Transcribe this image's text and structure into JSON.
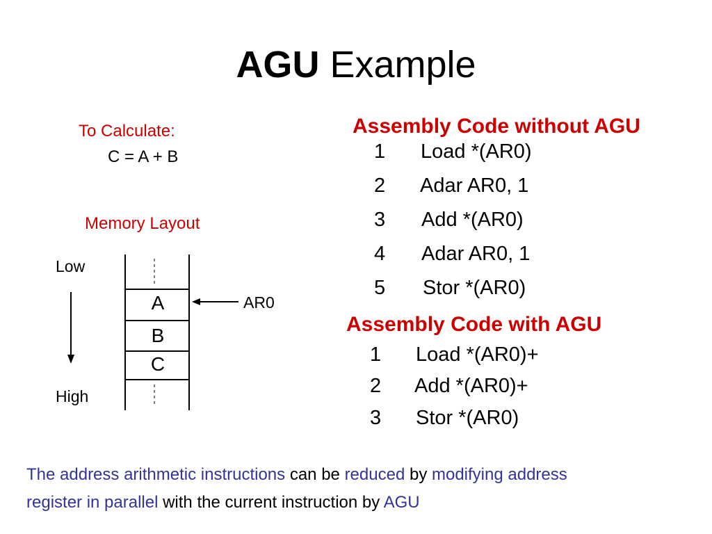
{
  "title": {
    "bold": "AGU",
    "rest": "Example"
  },
  "calc": {
    "label": "To Calculate:",
    "expression": "C = A + B"
  },
  "memory": {
    "label": "Memory Layout",
    "low": "Low",
    "high": "High",
    "cells": [
      "A",
      "B",
      "C"
    ],
    "pointer": "AR0"
  },
  "without_agu": {
    "heading": "Assembly Code without AGU",
    "lines": [
      {
        "num": "1",
        "code": "Load  *(AR0)"
      },
      {
        "num": "2",
        "code": "Adar AR0, 1"
      },
      {
        "num": "3",
        "code": "Add  *(AR0)"
      },
      {
        "num": "4",
        "code": "Adar AR0, 1"
      },
      {
        "num": "5",
        "code": "Stor *(AR0)"
      }
    ]
  },
  "with_agu": {
    "heading": "Assembly Code with AGU",
    "lines": [
      {
        "num": "1",
        "code": "Load *(AR0)+"
      },
      {
        "num": "2",
        "code": "Add *(AR0)+"
      },
      {
        "num": "3",
        "code": "Stor *(AR0)"
      }
    ]
  },
  "summary": {
    "line1": [
      {
        "text": "The address arithmetic instructions",
        "color": "blue"
      },
      {
        "text": " can be ",
        "color": "black"
      },
      {
        "text": "reduced",
        "color": "blue"
      },
      {
        "text": " by ",
        "color": "black"
      },
      {
        "text": "modifying address",
        "color": "blue"
      }
    ],
    "line2": [
      {
        "text": "register in parallel",
        "color": "blue"
      },
      {
        "text": " with the current instruction by ",
        "color": "black"
      },
      {
        "text": "AGU",
        "color": "blue"
      }
    ]
  },
  "colors": {
    "red": "#cc0000",
    "blue": "#333399",
    "black": "#000000"
  }
}
